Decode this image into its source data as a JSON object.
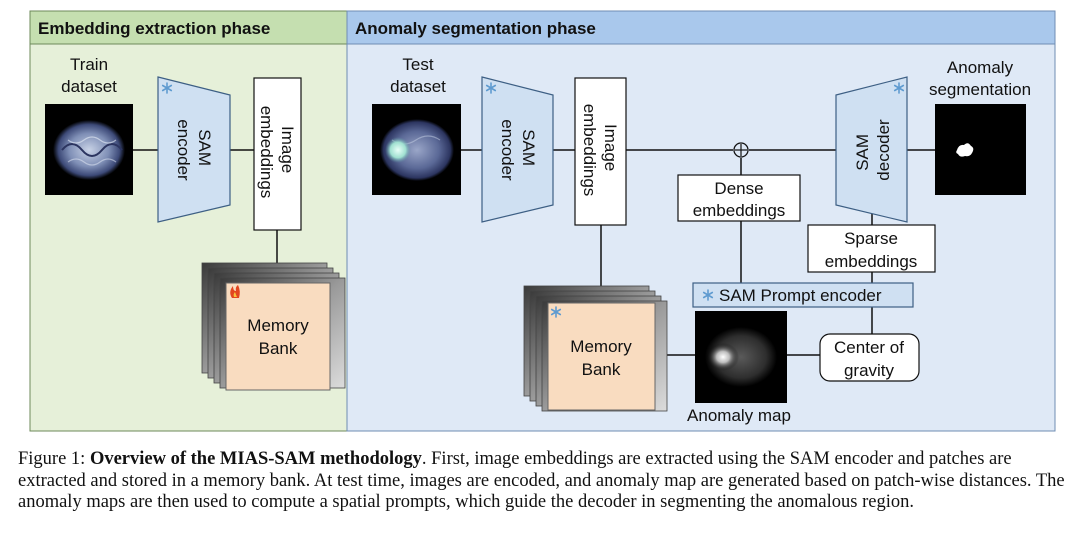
{
  "phases": {
    "left_title": "Embedding extraction phase",
    "right_title": "Anomaly segmentation phase"
  },
  "left": {
    "train_label_1": "Train",
    "train_label_2": "dataset",
    "encoder_1": "SAM",
    "encoder_2": "encoder",
    "embed_1": "Image",
    "embed_2": "embeddings",
    "memory_1": "Memory",
    "memory_2": "Bank"
  },
  "right": {
    "test_label_1": "Test",
    "test_label_2": "dataset",
    "encoder_1": "SAM",
    "encoder_2": "encoder",
    "embed_1": "Image",
    "embed_2": "embeddings",
    "plus": "⊕",
    "dense_1": "Dense",
    "dense_2": "embeddings",
    "decoder_1": "SAM",
    "decoder_2": "decoder",
    "seg_1": "Anomaly",
    "seg_2": "segmentation",
    "sparse_1": "Sparse",
    "sparse_2": "embeddings",
    "prompt_encoder": "SAM Prompt encoder",
    "memory_1": "Memory",
    "memory_2": "Bank",
    "center_1": "Center of",
    "center_2": "gravity",
    "anomaly_map": "Anomaly map"
  },
  "icons": {
    "frozen": "snowflake-icon",
    "trainable": "flame-icon"
  },
  "colors": {
    "left_panel": "#e6f0d9",
    "right_panel": "#dfe9f6",
    "left_header": "#c5dfb0",
    "right_header": "#a9c8ec",
    "block_fill": "#cfe0f2",
    "memory_fill": "#f9dcc0",
    "snowflake": "#5f9bd0"
  },
  "caption": {
    "prefix": "Figure 1: ",
    "bold": "Overview of the MIAS-SAM methodology",
    "rest": ". First, image embeddings are extracted using the SAM encoder and patches are extracted and stored in a memory bank. At test time, images are encoded, and anomaly map are generated based on patch-wise distances. The anomaly maps are then used to compute a spatial prompts, which guide the decoder in segmenting the anomalous region."
  }
}
